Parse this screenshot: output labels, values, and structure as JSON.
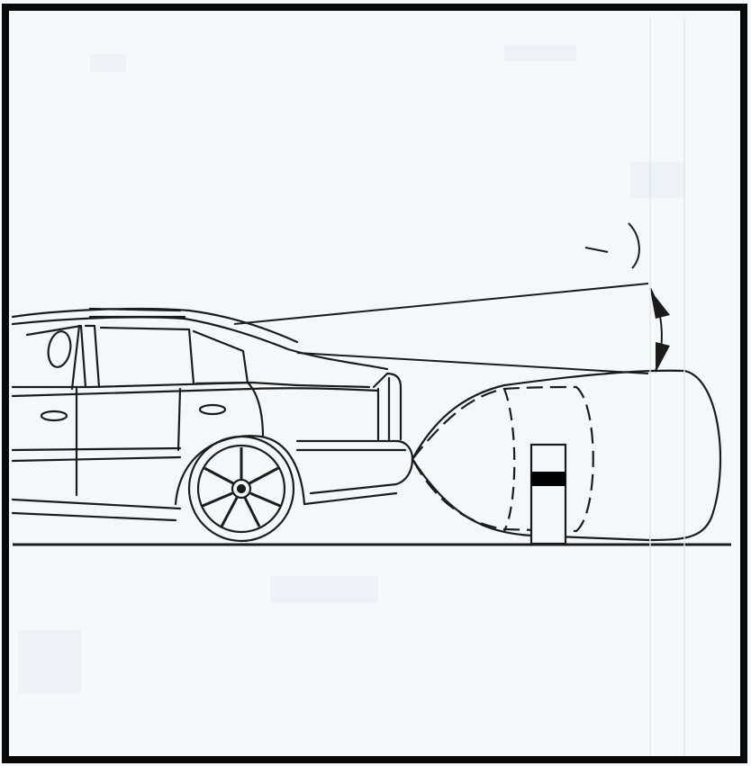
{
  "figure": {
    "colors": {
      "paper": "#f4f8fa",
      "line": "#1c1c1c",
      "border": "#0a0a0a",
      "marker_band": "#000000"
    },
    "elements": {
      "car": "station-wagon-rear-three-quarter",
      "sensor": "rear-parking-sensor",
      "obstacle": "post-with-dark-band",
      "detection_zone": "sensor-beam-lobe",
      "angle_indicator": "double-headed-arrow"
    }
  }
}
